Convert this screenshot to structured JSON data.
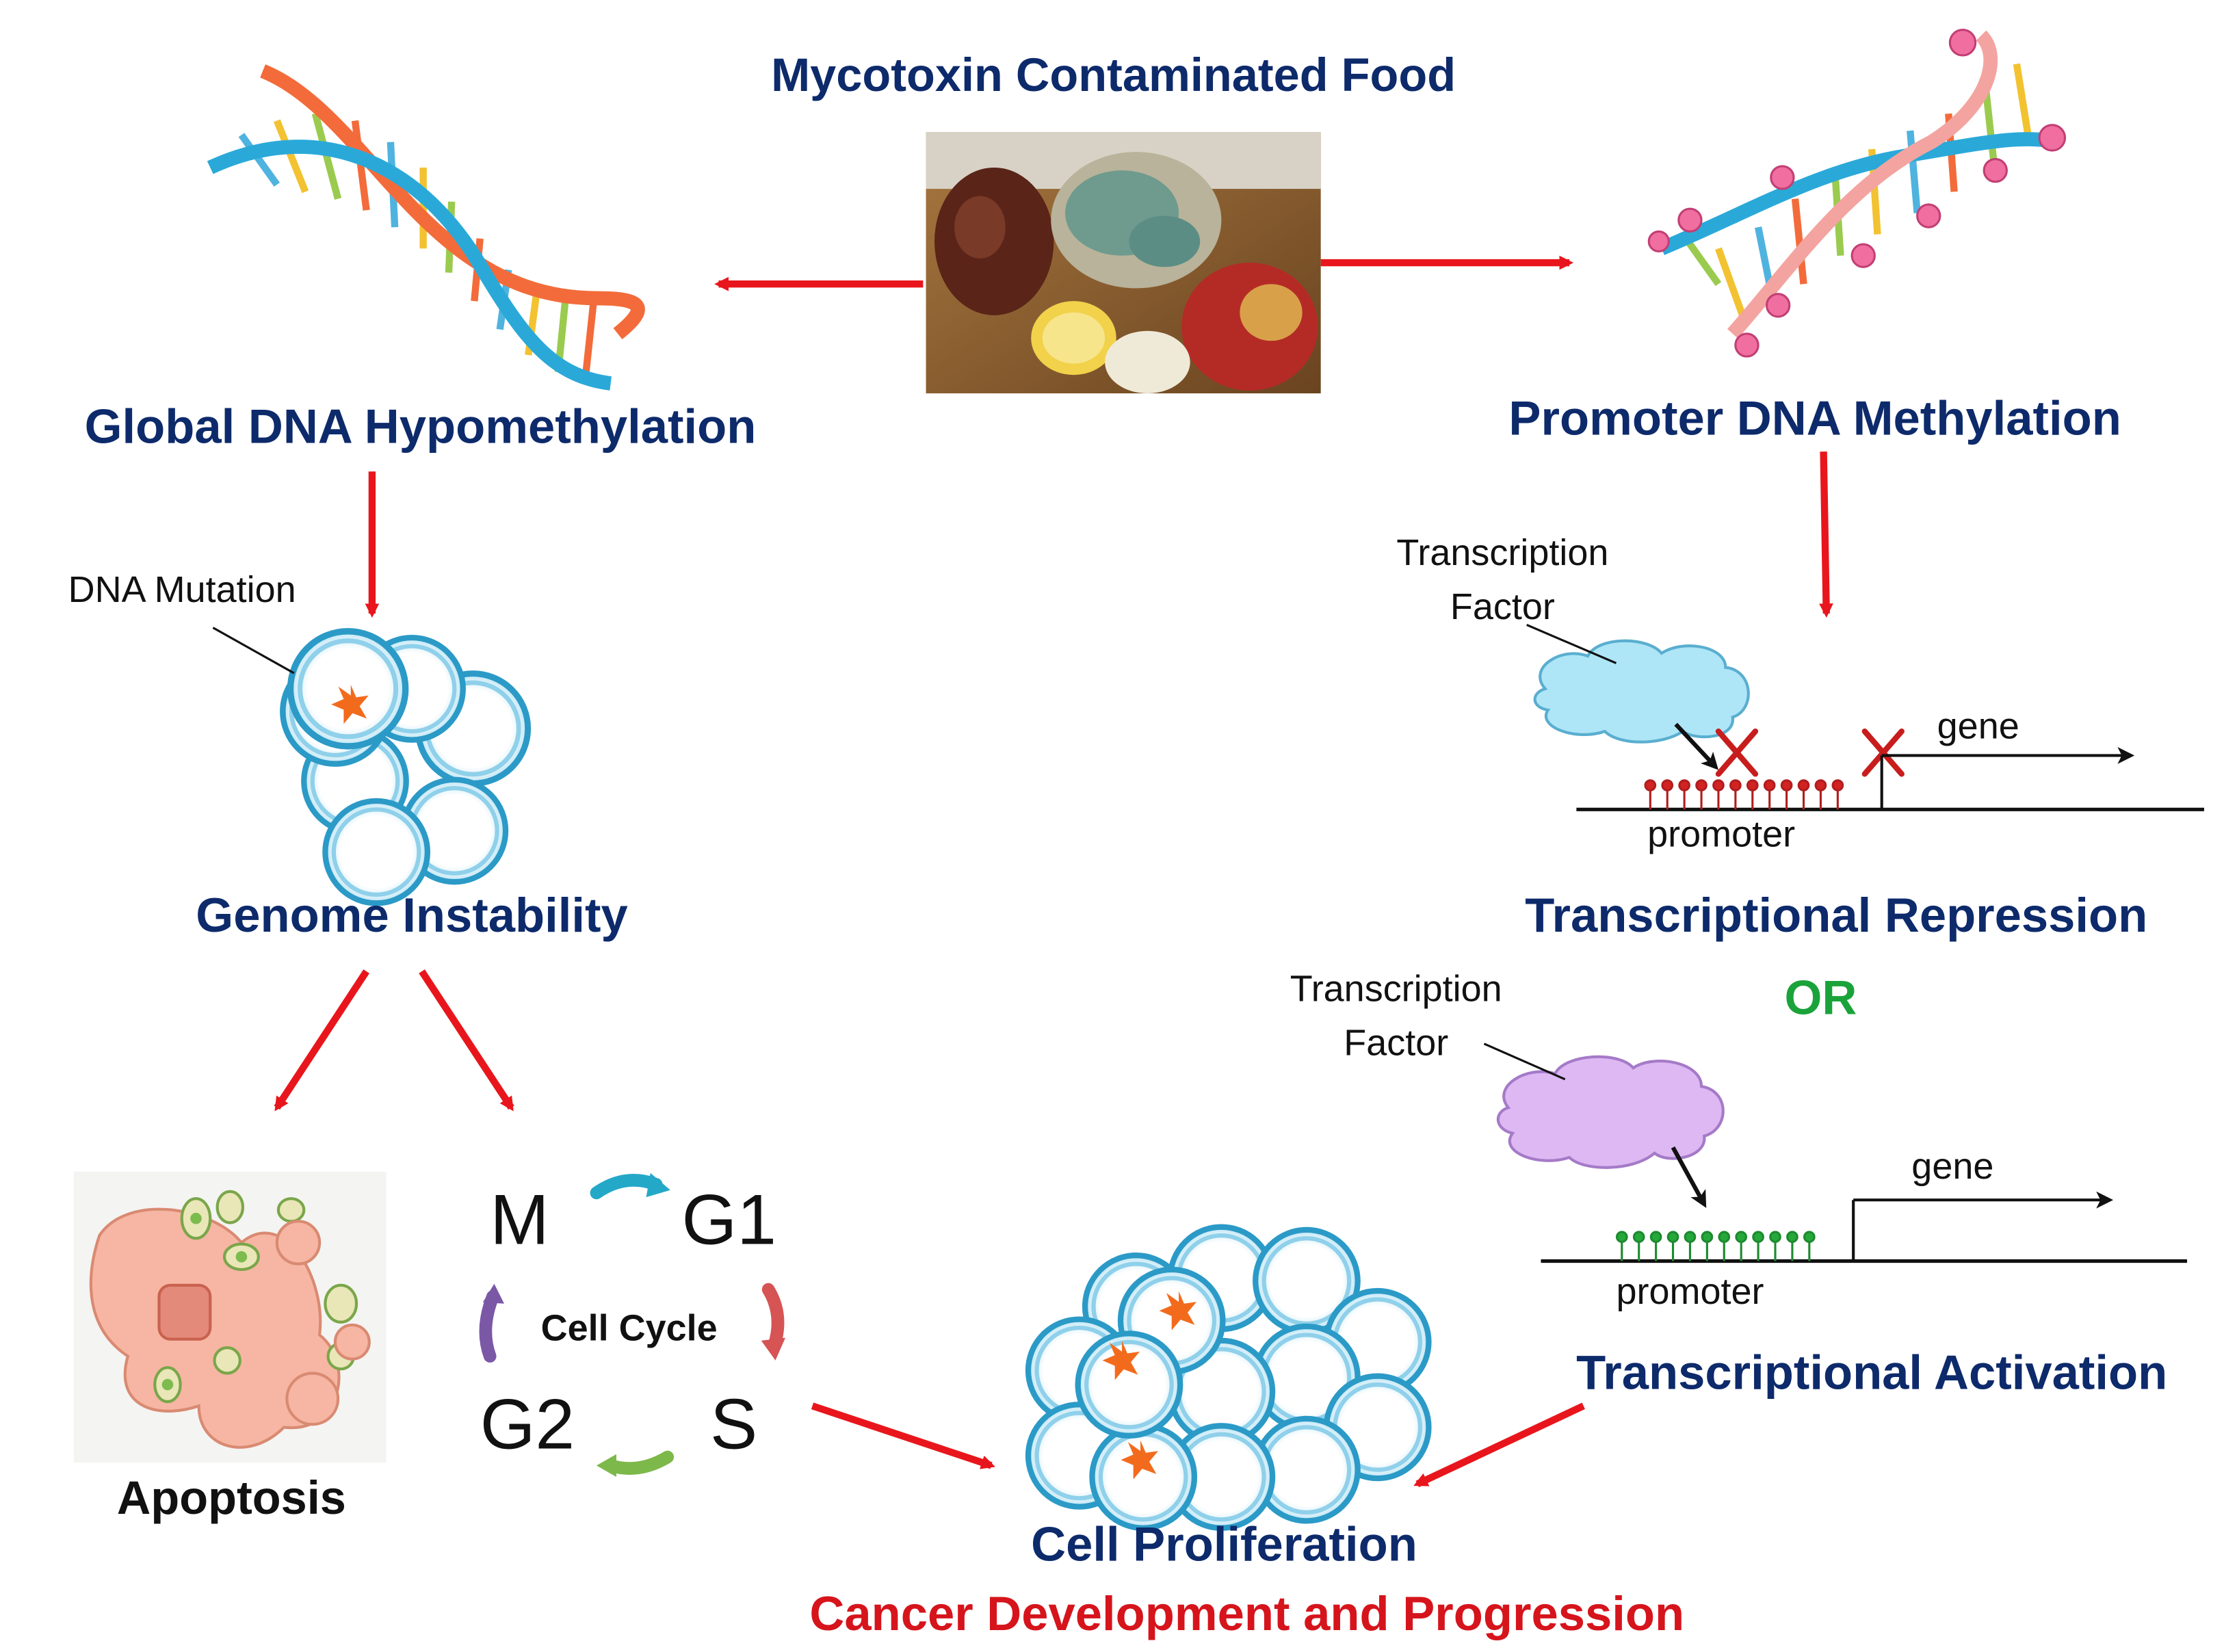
{
  "title": "Mycotoxin Contaminated Food",
  "left_branch": {
    "hypomethylation": "Global DNA Hypomethylation",
    "mutation_label": "DNA Mutation",
    "instability": "Genome Instability",
    "apoptosis": "Apoptosis",
    "cell_cycle": {
      "center": "Cell Cycle",
      "phases": [
        "M",
        "G1",
        "S",
        "G2"
      ]
    }
  },
  "right_branch": {
    "methylation": "Promoter DNA Methylation",
    "repression": {
      "tf_line1": "Transcription",
      "tf_line2": "Factor",
      "gene": "gene",
      "promoter": "promoter",
      "title": "Transcriptional Repression"
    },
    "or_label": "OR",
    "activation": {
      "tf_line1": "Transcription",
      "tf_line2": "Factor",
      "gene": "gene",
      "promoter": "promoter",
      "title": "Transcriptional Activation"
    }
  },
  "outcome": {
    "proliferation": "Cell Proliferation",
    "cancer": "Cancer Development and Progression"
  },
  "colors": {
    "heading": "#0d2a6b",
    "arrow": "#e8161c",
    "or": "#1aa33a",
    "cancer": "#d6141c",
    "cell_fill": "#ffffff",
    "cell_border": "#2b9ac7",
    "mutation": "#f26b1d",
    "dna_strand_a": "#f36b3a",
    "dna_strand_b": "#2aa9d9",
    "tf_repression": "#aee6f7",
    "tf_activation": "#ddb8f3",
    "methyl_dot": "#d32222",
    "unmethyl_dot": "#25a83a"
  },
  "icons": [
    "dna-double-helix-icon",
    "methylated-dna-helix-icon",
    "cell-cluster-icon",
    "apoptotic-cell-icon",
    "moldy-food-photo"
  ]
}
